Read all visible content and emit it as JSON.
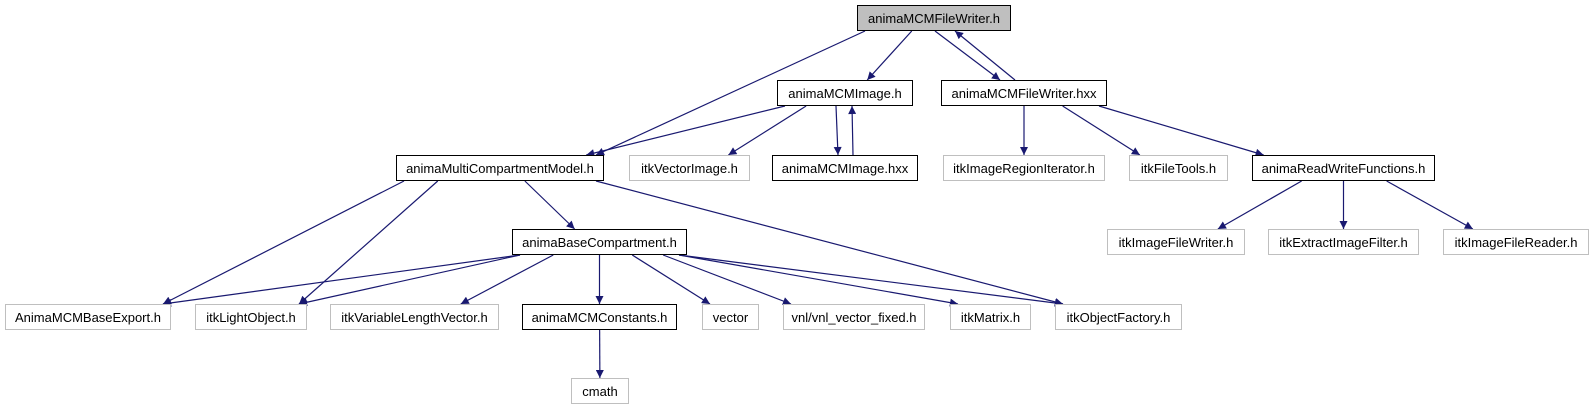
{
  "graph": {
    "edge_color": "#191970",
    "root_fill": "#bfbfbf",
    "external_border": "#bfbfbf",
    "nodes": {
      "fw_h": {
        "label": "animaMCMFileWriter.h",
        "kind": "root"
      },
      "img_h": {
        "label": "animaMCMImage.h",
        "kind": "doc"
      },
      "fw_hxx": {
        "label": "animaMCMFileWriter.hxx",
        "kind": "doc"
      },
      "mcm_h": {
        "label": "animaMultiCompartmentModel.h",
        "kind": "doc"
      },
      "vecimg": {
        "label": "itkVectorImage.h",
        "kind": "ext"
      },
      "img_hxx": {
        "label": "animaMCMImage.hxx",
        "kind": "doc"
      },
      "regiter": {
        "label": "itkImageRegionIterator.h",
        "kind": "ext"
      },
      "filetools": {
        "label": "itkFileTools.h",
        "kind": "ext"
      },
      "rwfunc": {
        "label": "animaReadWriteFunctions.h",
        "kind": "doc"
      },
      "basecomp": {
        "label": "animaBaseCompartment.h",
        "kind": "doc"
      },
      "imgwriter": {
        "label": "itkImageFileWriter.h",
        "kind": "ext"
      },
      "extract": {
        "label": "itkExtractImageFilter.h",
        "kind": "ext"
      },
      "imgreader": {
        "label": "itkImageFileReader.h",
        "kind": "ext"
      },
      "baseexport": {
        "label": "AnimaMCMBaseExport.h",
        "kind": "ext"
      },
      "lightobj": {
        "label": "itkLightObject.h",
        "kind": "ext"
      },
      "varlen": {
        "label": "itkVariableLengthVector.h",
        "kind": "ext"
      },
      "constants": {
        "label": "animaMCMConstants.h",
        "kind": "doc"
      },
      "vector": {
        "label": "vector",
        "kind": "ext"
      },
      "vnl": {
        "label": "vnl/vnl_vector_fixed.h",
        "kind": "ext"
      },
      "matrix": {
        "label": "itkMatrix.h",
        "kind": "ext"
      },
      "objfactory": {
        "label": "itkObjectFactory.h",
        "kind": "ext"
      },
      "cmath": {
        "label": "cmath",
        "kind": "ext"
      }
    },
    "edges": [
      [
        "fw_h",
        "mcm_h"
      ],
      [
        "fw_h",
        "img_h"
      ],
      [
        "fw_h",
        "fw_hxx"
      ],
      [
        "fw_hxx",
        "fw_h"
      ],
      [
        "fw_hxx",
        "regiter"
      ],
      [
        "fw_hxx",
        "filetools"
      ],
      [
        "fw_hxx",
        "rwfunc"
      ],
      [
        "img_h",
        "mcm_h"
      ],
      [
        "img_h",
        "vecimg"
      ],
      [
        "img_h",
        "img_hxx"
      ],
      [
        "img_hxx",
        "img_h"
      ],
      [
        "mcm_h",
        "baseexport"
      ],
      [
        "mcm_h",
        "lightobj"
      ],
      [
        "mcm_h",
        "basecomp"
      ],
      [
        "mcm_h",
        "objfactory"
      ],
      [
        "basecomp",
        "baseexport"
      ],
      [
        "basecomp",
        "lightobj"
      ],
      [
        "basecomp",
        "varlen"
      ],
      [
        "basecomp",
        "constants"
      ],
      [
        "basecomp",
        "vector"
      ],
      [
        "basecomp",
        "vnl"
      ],
      [
        "basecomp",
        "matrix"
      ],
      [
        "basecomp",
        "objfactory"
      ],
      [
        "constants",
        "cmath"
      ],
      [
        "rwfunc",
        "imgwriter"
      ],
      [
        "rwfunc",
        "extract"
      ],
      [
        "rwfunc",
        "imgreader"
      ]
    ]
  }
}
